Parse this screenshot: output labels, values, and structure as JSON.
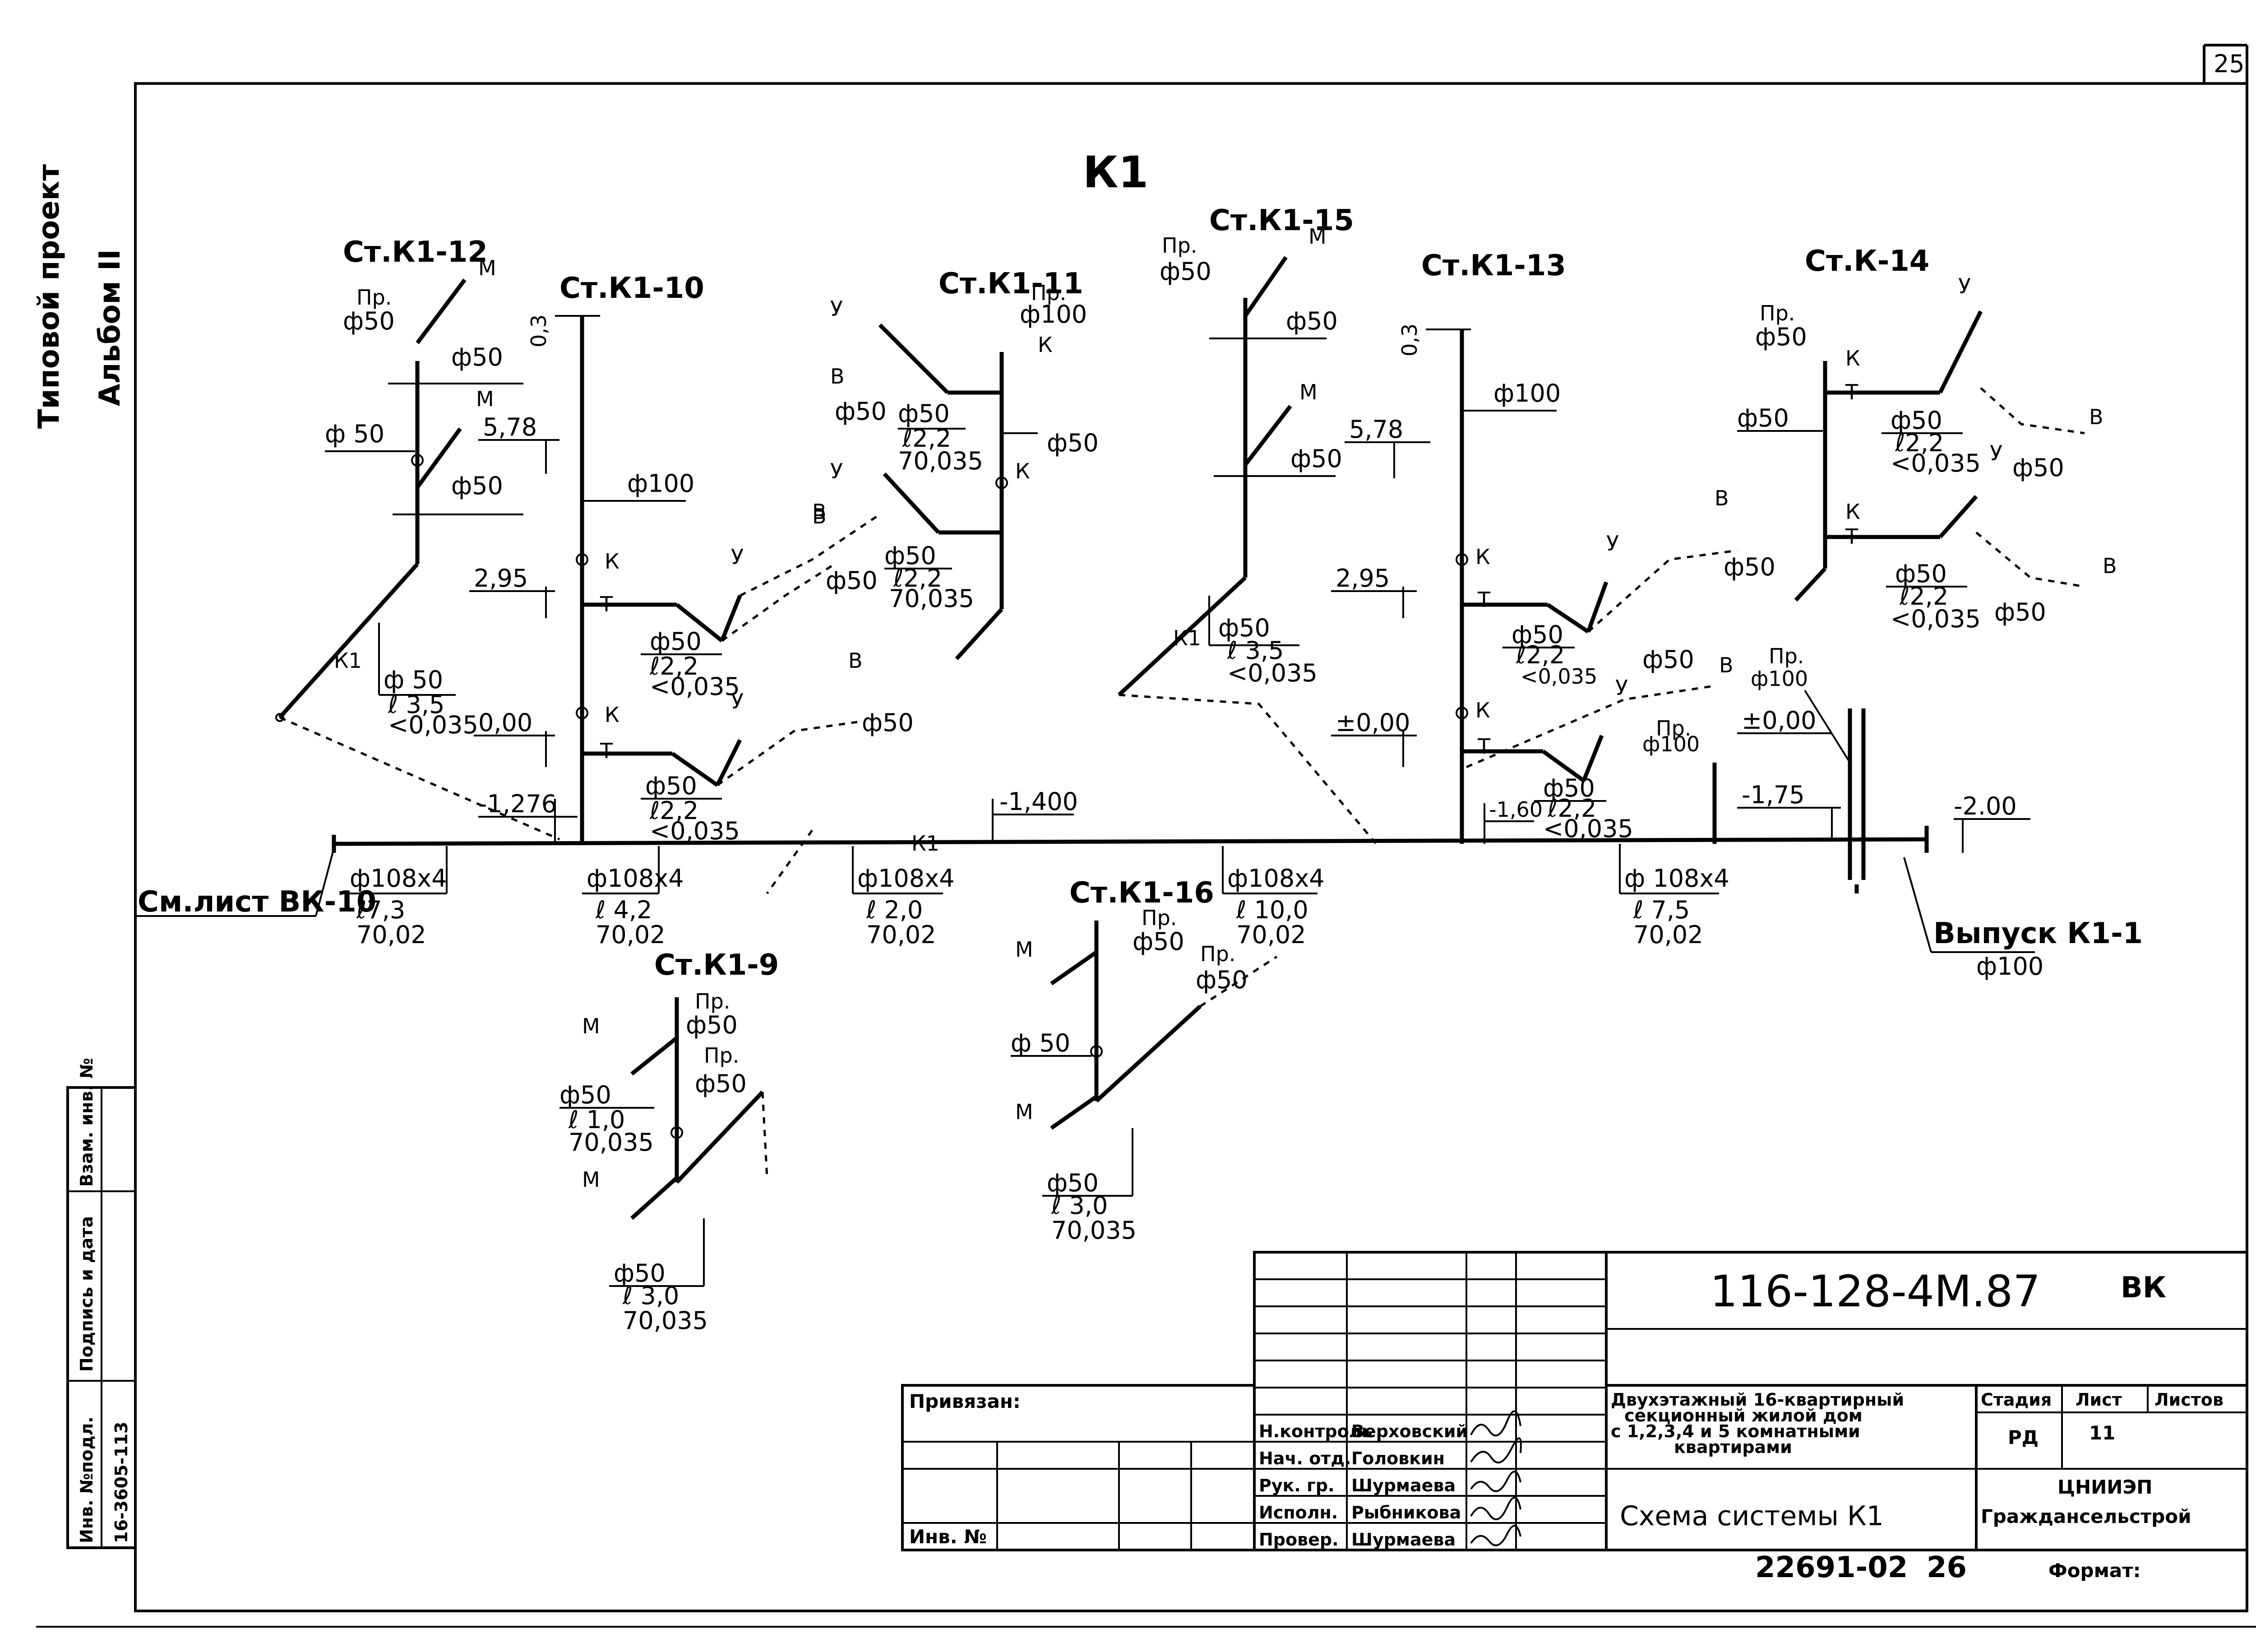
{
  "sheet": {
    "page_number": "25",
    "side_label_top": "Типовой проект",
    "side_label_album": "Альбом II",
    "scheme_title": "К1"
  },
  "risers": {
    "k1_12": "Ст.К1-12",
    "k1_10": "Ст.К1-10",
    "k1_11": "Ст.К1-11",
    "k1_15": "Ст.К1-15",
    "k1_13": "Ст.К1-13",
    "k_14": "Ст.К-14",
    "k1_16": "Ст.К1-16",
    "k1_9": "Ст.К1-9"
  },
  "symbols": {
    "m": "М",
    "u": "У",
    "v": "В",
    "k": "К",
    "t": "Т",
    "pr": "Пр.",
    "k1": "К1"
  },
  "dimensions": {
    "d50": "ф50",
    "d100": "ф100",
    "d50b": "ф 50",
    "l35": "ℓ 3,5",
    "i0035": "<0,035",
    "l22": "ℓ2,2",
    "i0035b": "70,035",
    "l1": "ℓ 1,0",
    "l3": "ℓ 3,0",
    "off03": "0,3"
  },
  "levels": {
    "l578": "5,78",
    "l295": "2,95",
    "l000": "0,00",
    "lpm000": "±0,00",
    "l1276": "-1,276",
    "l1400": "-1,400",
    "l160": "-1,60",
    "l175": "-1,75",
    "l200": "-2.00"
  },
  "main_line": {
    "ref": "См.лист ВК-10",
    "seg1": [
      "ф108х4",
      "ℓ7,3",
      "70,02"
    ],
    "seg2": [
      "ф108х4",
      "ℓ 4,2",
      "70,02"
    ],
    "seg3": [
      "ф108х4",
      "ℓ 2,0",
      "70,02"
    ],
    "seg4": [
      "ф108х4",
      "ℓ 10,0",
      "70,02"
    ],
    "seg5": [
      "ф 108х4",
      "ℓ 7,5",
      "70,02"
    ],
    "outlet": "Выпуск К1-1",
    "outlet_d": "ф100"
  },
  "side_stamp": {
    "inv_orig": "Инв. №подл.",
    "sign_date": "Подпись и дата",
    "vzam": "Взам. инв. №",
    "inv_value": "16-3605-113"
  },
  "title_block": {
    "doc_code": "116-128-4М.87",
    "section": "ВК",
    "privyazan": "Привязан:",
    "inv_no": "Инв. №",
    "roles": [
      "Н.контроль",
      "Нач. отд.",
      "Рук. гр.",
      "Исполн.",
      "Провер."
    ],
    "names": [
      "Верховский",
      "Головкин",
      "Шурмаева",
      "Рыбникова",
      "Шурмаева"
    ],
    "description": [
      "Двухэтажный 16-квартирный",
      "секционный жилой дом",
      "с 1,2,3,4 и 5 комнатными",
      "квартирами"
    ],
    "stage_h": "Стадия",
    "sheet_h": "Лист",
    "sheets_h": "Листов",
    "stage": "РД",
    "sheet": "11",
    "drawing_title": "Схема системы К1",
    "org": [
      "ЦНИИЭП",
      "Граждансельстрой"
    ],
    "archive": "22691-02",
    "archive_page": "26",
    "format": "Формат:"
  }
}
